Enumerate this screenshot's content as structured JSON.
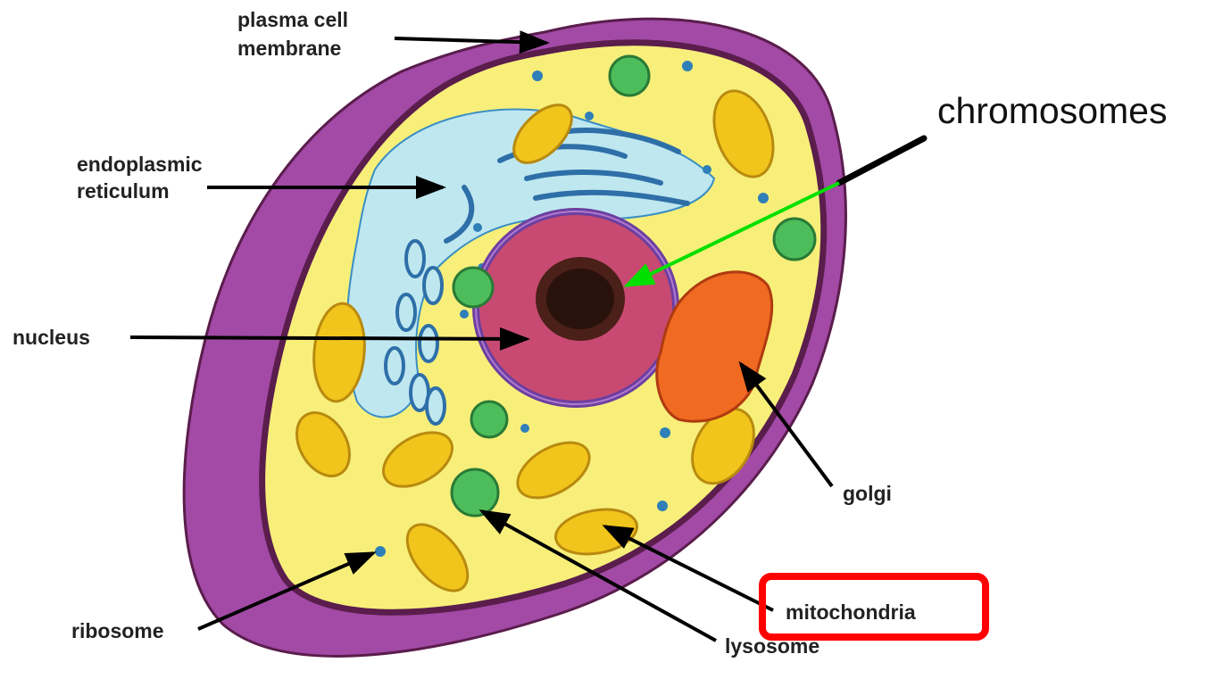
{
  "labels": {
    "plasma_line1": "plasma cell",
    "plasma_line2": "membrane",
    "er_line1": "endoplasmic",
    "er_line2": "reticulum",
    "nucleus": "nucleus",
    "ribosome": "ribosome",
    "chromosomes": "chromosomes",
    "golgi": "golgi",
    "mitochondria": "mitochondria",
    "lysosome": "lysosome"
  },
  "colors": {
    "membrane_outer": "#a24aa6",
    "membrane_edge": "#5a1d4c",
    "cytoplasm": "#f7ef7a",
    "nucleus": "#c84a72",
    "nuclear_envelope": "#6c3fa0",
    "er": "#bfe7ef",
    "er_tubes": "#3a8ec4",
    "mitochondria": "#f2c51c",
    "lysosome": "#4dbd5c",
    "golgi": "#f06a22",
    "highlight_box": "#ff0000",
    "green_arrow": "#00e000",
    "arrow": "#000000"
  }
}
